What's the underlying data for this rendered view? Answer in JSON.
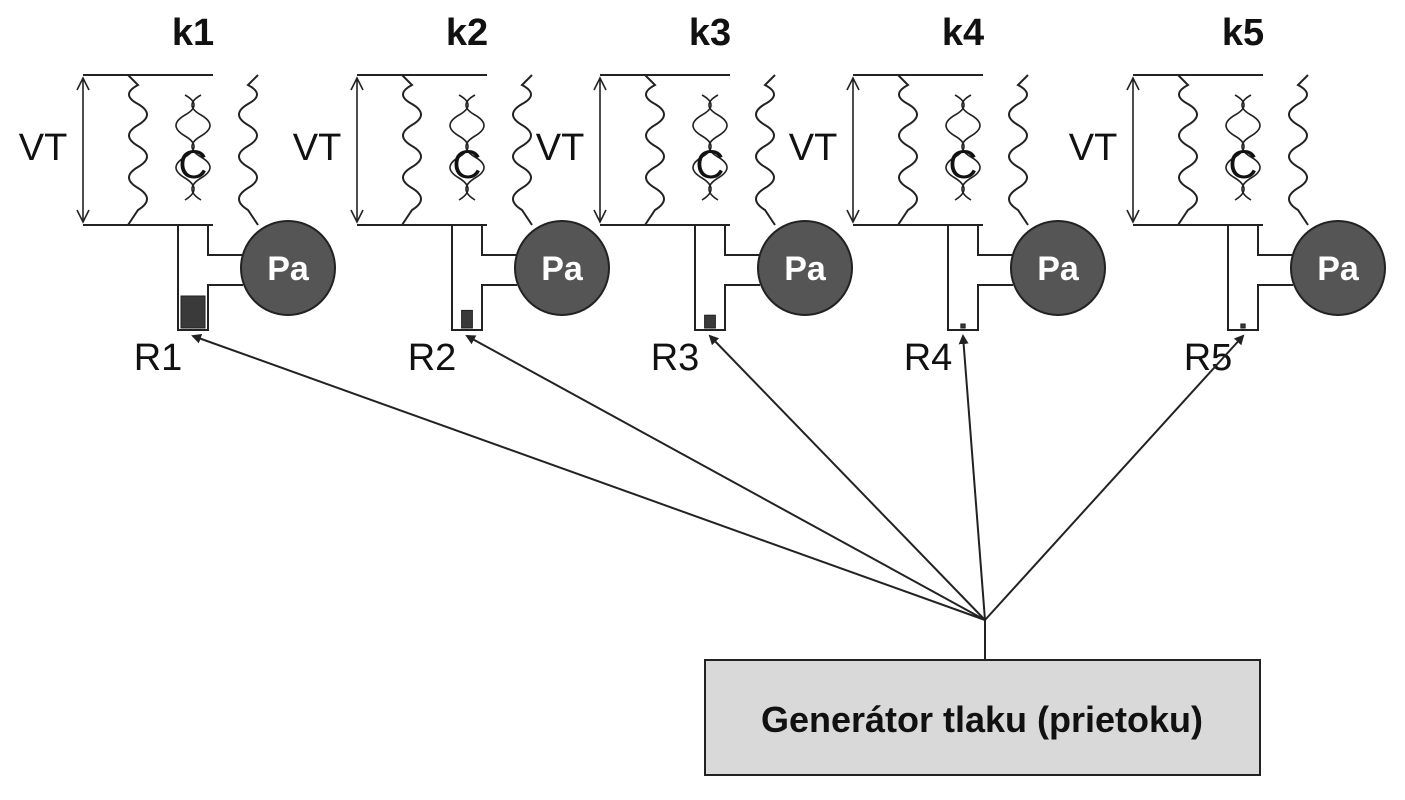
{
  "units": [
    {
      "k_label": "k1",
      "vt_label": "VT",
      "c_label": "C",
      "pa_label": "Pa",
      "r_label": "R1",
      "resistance_level": 1.0
    },
    {
      "k_label": "k2",
      "vt_label": "VT",
      "c_label": "C",
      "pa_label": "Pa",
      "r_label": "R2",
      "resistance_level": 0.55
    },
    {
      "k_label": "k3",
      "vt_label": "VT",
      "c_label": "C",
      "pa_label": "Pa",
      "r_label": "R3",
      "resistance_level": 0.4
    },
    {
      "k_label": "k4",
      "vt_label": "VT",
      "c_label": "C",
      "pa_label": "Pa",
      "r_label": "R4",
      "resistance_level": 0.12
    },
    {
      "k_label": "k5",
      "vt_label": "VT",
      "c_label": "C",
      "pa_label": "Pa",
      "r_label": "R5",
      "resistance_level": 0.05
    }
  ],
  "generator": {
    "label": "Generátor tlaku (prietoku)"
  },
  "colors": {
    "stroke": "#222222",
    "pa_fill": "#555555",
    "resistor_fill": "#3a3a3a",
    "generator_fill": "#d9d9d9"
  }
}
